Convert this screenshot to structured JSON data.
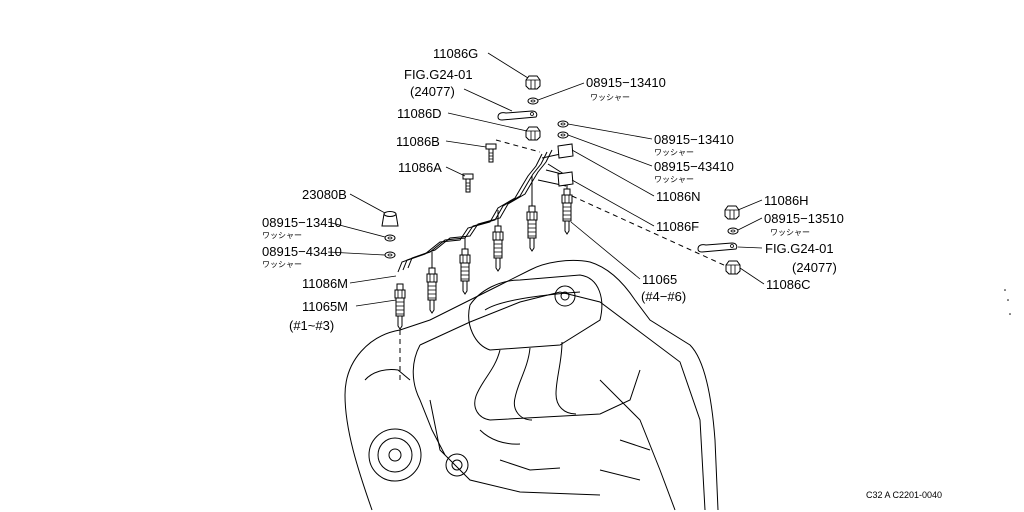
{
  "labels": {
    "p11086G": "11086G",
    "fig_top": "FIG.G24-01",
    "fig_top_ref": "(24077)",
    "w_top": "08915−13410",
    "w_top_sub": "ワッシャー",
    "p11086D": "11086D",
    "p11086B": "11086B",
    "w_r1": "08915−13410",
    "w_r1_sub": "ワッシャー",
    "w_r2": "08915−43410",
    "w_r2_sub": "ワッシャー",
    "p11086A": "11086A",
    "p11086N": "11086N",
    "p23080B": "23080B",
    "p11086F": "11086F",
    "p11086H": "11086H",
    "w_rr": "08915−13510",
    "w_rr_sub": "ワッシャー",
    "w_l1": "08915−13410",
    "w_l1_sub": "ワッシャー",
    "fig_right": "FIG.G24-01",
    "fig_right_ref": "(24077)",
    "w_l2": "08915−43410",
    "w_l2_sub": "ワッシャー",
    "p11065": "11065",
    "p11065_range": "(#4−#6)",
    "p11086C": "11086C",
    "p11086M": "11086M",
    "p11065M": "11065M",
    "p11065M_range": "(#1~#3)"
  },
  "footer": {
    "code": "C32 A C2201-0040"
  }
}
